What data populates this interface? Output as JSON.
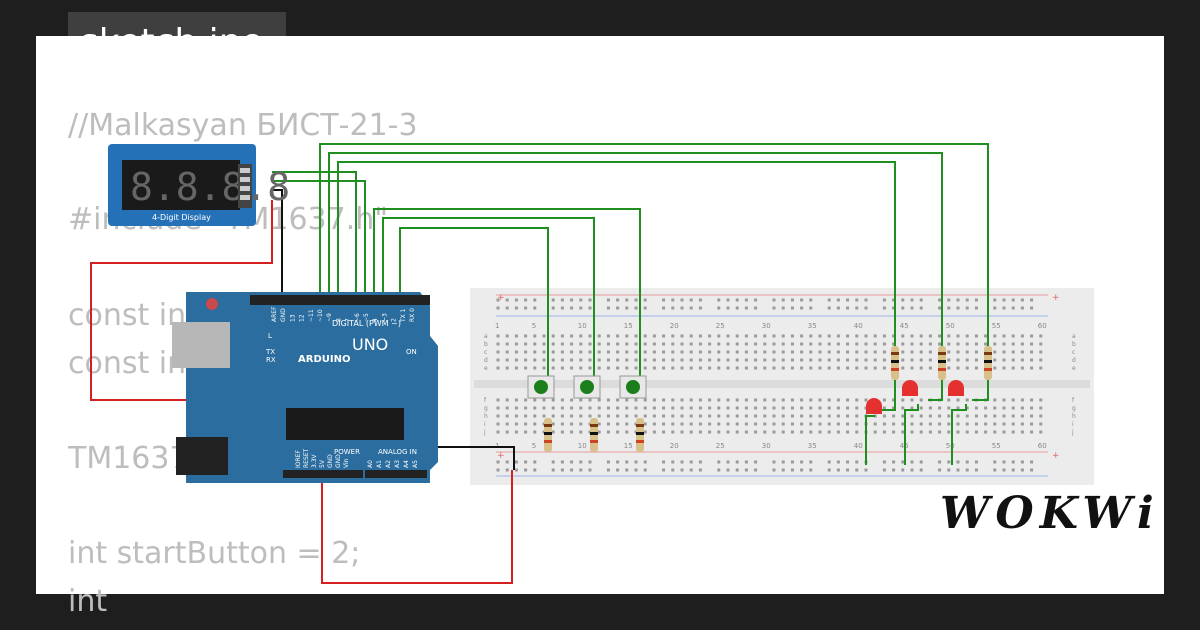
{
  "title": "sketch.ino",
  "code_lines": [
    "//Malkasyan БИСТ-21-3",
    "",
    "#include \"TM1637.h\"",
    "",
    "const int",
    "const int",
    "",
    "TM1637",
    "",
    "int startButton = 2;",
    "int"
  ],
  "display": {
    "digits": "8.8.8.8",
    "label": "4-Digit Display"
  },
  "arduino": {
    "brand": "ARDUINO",
    "model": "UNO",
    "digital_label": "DIGITAL (PWM ~)",
    "analog_label": "ANALOG IN",
    "power_label": "POWER",
    "on_label": "ON",
    "l_label": "L",
    "tx_label": "TX",
    "rx_label": "RX",
    "digital_pins": [
      "AREF",
      "GND",
      "13",
      "12",
      "~11",
      "~10",
      "~9",
      "8",
      "7",
      "~6",
      "~5",
      "4",
      "~3",
      "2",
      "TX 1",
      "RX 0"
    ],
    "power_pins": [
      "IOREF",
      "RESET",
      "3.3V",
      "5V",
      "GND",
      "GND",
      "Vin"
    ],
    "analog_pins": [
      "A0",
      "A1",
      "A2",
      "A3",
      "A4",
      "A5"
    ]
  },
  "breadboard": {
    "column_numbers": [
      "1",
      "5",
      "10",
      "15",
      "20",
      "25",
      "30",
      "35",
      "40",
      "45",
      "50",
      "55",
      "60"
    ],
    "row_letters_top": [
      "a",
      "b",
      "c",
      "d",
      "e"
    ],
    "row_letters_bottom": [
      "f",
      "g",
      "h",
      "i",
      "j"
    ]
  },
  "logo": "WOKWi",
  "colors": {
    "wire_green": "#1f8f1f",
    "wire_red": "#d42020",
    "wire_black": "#111111",
    "board_blue": "#2a6d9e",
    "led_red": "#e53030",
    "button_green": "#1a7f1a"
  }
}
